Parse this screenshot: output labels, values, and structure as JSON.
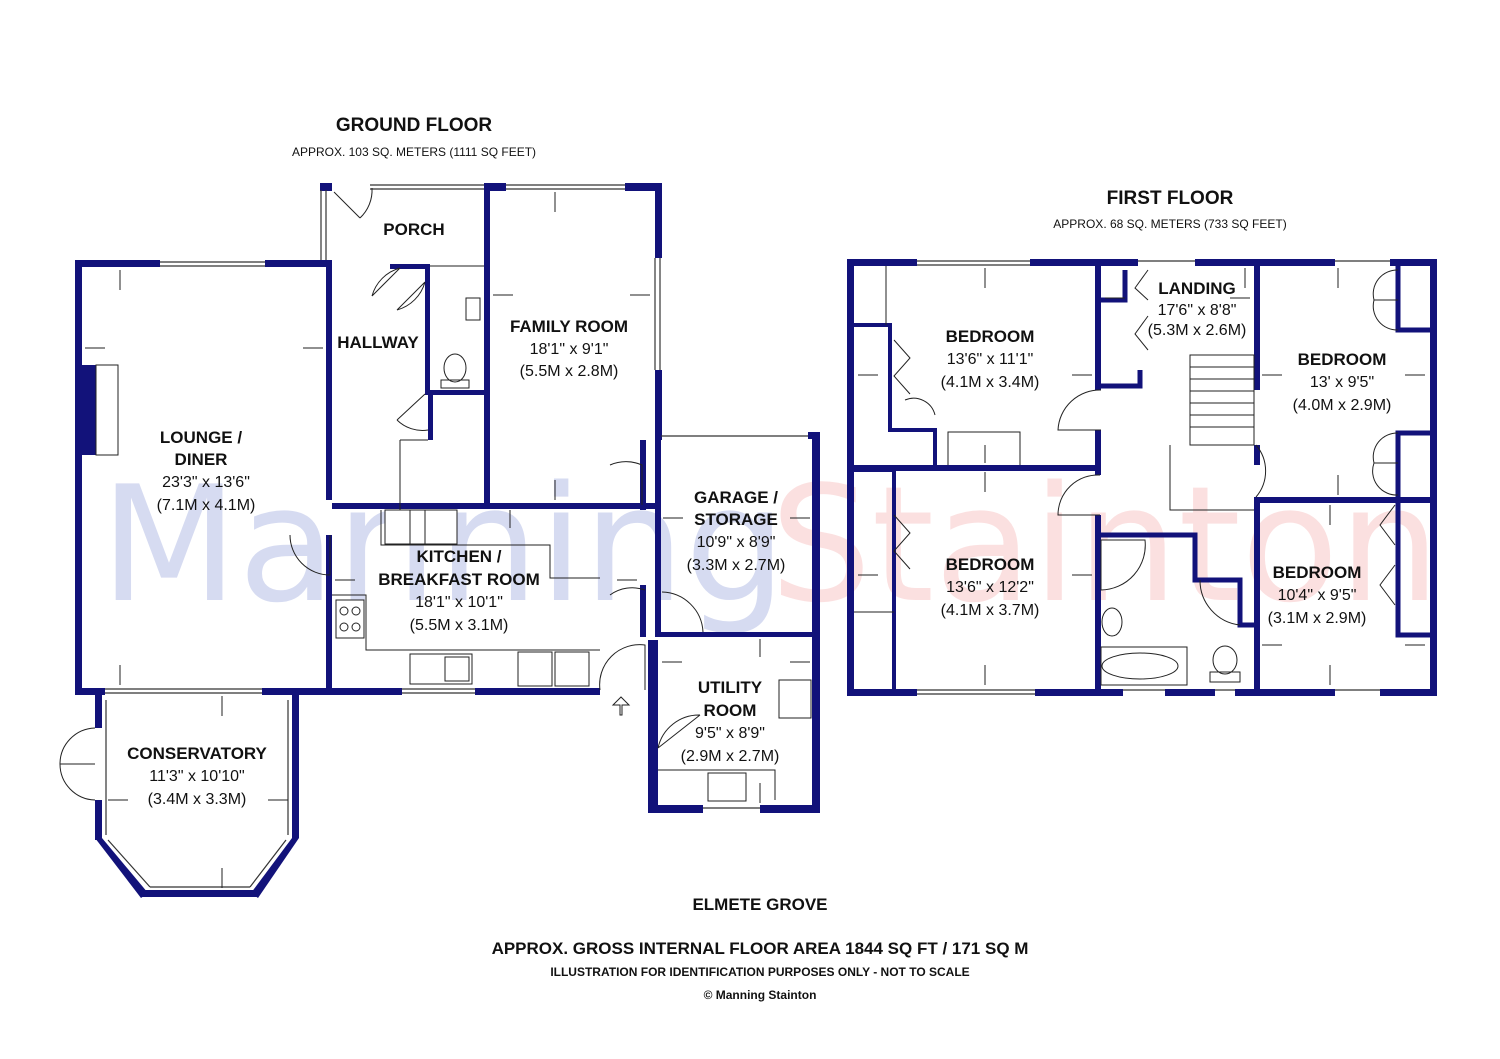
{
  "watermark": {
    "part1": "Manning",
    "part2": "Stainton",
    "color1": "#4a5fc1",
    "color2": "#f07878"
  },
  "ground_floor": {
    "title": "GROUND FLOOR",
    "area": "APPROX. 103 SQ. METERS (1111 SQ FEET)",
    "rooms": {
      "porch": {
        "name": "PORCH"
      },
      "hallway": {
        "name": "HALLWAY"
      },
      "family_room": {
        "name": "FAMILY ROOM",
        "dim_imperial": "18'1\" x 9'1\"",
        "dim_metric": "(5.5M x 2.8M)"
      },
      "lounge": {
        "name_line1": "LOUNGE /",
        "name_line2": "DINER",
        "dim_imperial": "23'3\" x 13'6\"",
        "dim_metric": "(7.1M x 4.1M)"
      },
      "kitchen": {
        "name_line1": "KITCHEN /",
        "name_line2": "BREAKFAST ROOM",
        "dim_imperial": "18'1\" x 10'1\"",
        "dim_metric": "(5.5M x 3.1M)"
      },
      "garage": {
        "name_line1": "GARAGE /",
        "name_line2": "STORAGE",
        "dim_imperial": "10'9\" x 8'9\"",
        "dim_metric": "(3.3M x 2.7M)"
      },
      "utility": {
        "name_line1": "UTILITY",
        "name_line2": "ROOM",
        "dim_imperial": "9'5\" x 8'9\"",
        "dim_metric": "(2.9M x 2.7M)"
      },
      "conservatory": {
        "name": "CONSERVATORY",
        "dim_imperial": "11'3\" x 10'10\"",
        "dim_metric": "(3.4M x 3.3M)"
      }
    }
  },
  "first_floor": {
    "title": "FIRST FLOOR",
    "area": "APPROX. 68 SQ. METERS (733 SQ FEET)",
    "rooms": {
      "bedroom1": {
        "name": "BEDROOM",
        "dim_imperial": "13'6\" x 11'1\"",
        "dim_metric": "(4.1M x 3.4M)"
      },
      "landing": {
        "name": "LANDING",
        "dim_imperial": "17'6\" x 8'8\"",
        "dim_metric": "(5.3M x 2.6M)"
      },
      "bedroom2": {
        "name": "BEDROOM",
        "dim_imperial": "13' x 9'5\"",
        "dim_metric": "(4.0M x 2.9M)"
      },
      "bedroom3": {
        "name": "BEDROOM",
        "dim_imperial": "13'6\" x 12'2\"",
        "dim_metric": "(4.1M x 3.7M)"
      },
      "bedroom4": {
        "name": "BEDROOM",
        "dim_imperial": "10'4\" x 9'5\"",
        "dim_metric": "(3.1M x 2.9M)"
      }
    }
  },
  "footer": {
    "address": "ELMETE GROVE",
    "gross_area": "APPROX. GROSS INTERNAL FLOOR AREA 1844 SQ FT / 171 SQ M",
    "disclaimer": "ILLUSTRATION FOR IDENTIFICATION PURPOSES ONLY - NOT TO SCALE",
    "copyright": "© Manning Stainton"
  },
  "colors": {
    "wall": "#12127a"
  }
}
